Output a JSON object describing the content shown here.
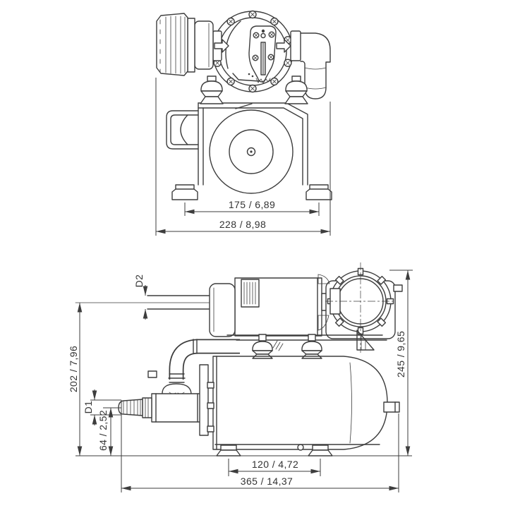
{
  "drawing": {
    "colors": {
      "background": "#ffffff",
      "line": "#3d3d3d",
      "text": "#333333"
    },
    "front_view": {
      "feet_spacing": "175 / 6,89",
      "overall_width": "228 / 8,98"
    },
    "side_view": {
      "outlet_diameter_label": "D2",
      "outlet_height": "202 / 7,96",
      "inlet_diameter_label": "D1",
      "inlet_height": "64 / 2,52",
      "feet_spacing": "120 / 4,72",
      "overall_length": "365 / 14,37",
      "overall_height": "245 / 9,65"
    }
  }
}
